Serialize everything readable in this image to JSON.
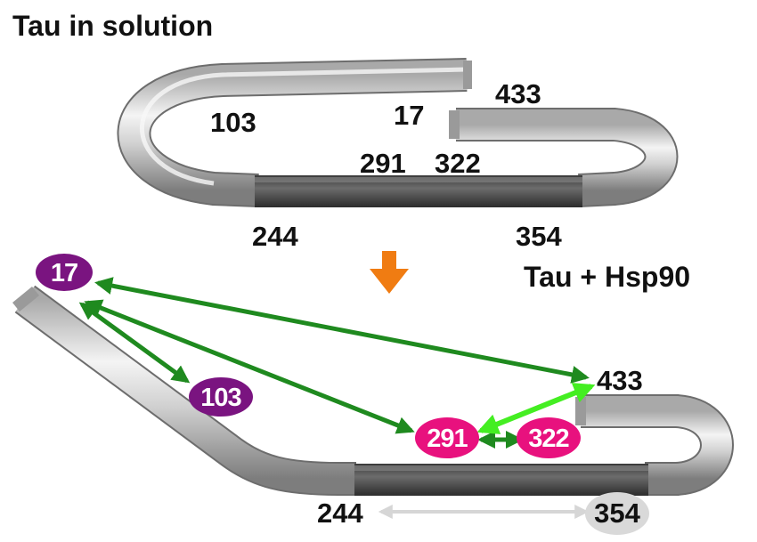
{
  "title_top": "Tau in solution",
  "title_bottom": "Tau + Hsp90",
  "colors": {
    "tube_light": "#d9d9d9",
    "tube_dark": "#555555",
    "arrow_orange": "#f07c12",
    "arrow_green_dark": "#1f8a1f",
    "arrow_green_light": "#44ee22",
    "arrow_gray": "#d6d6d6",
    "purple": "#7a1480",
    "magenta": "#e8117e"
  },
  "top_labels": {
    "n103": "103",
    "n17": "17",
    "n433": "433",
    "n291": "291",
    "n322": "322",
    "n244": "244",
    "n354": "354"
  },
  "bottom_labels": {
    "n17": "17",
    "n103": "103",
    "n433": "433",
    "n291": "291",
    "n322": "322",
    "n244": "244",
    "n354": "354"
  },
  "icons": {
    "transition": "down-arrow-icon"
  }
}
